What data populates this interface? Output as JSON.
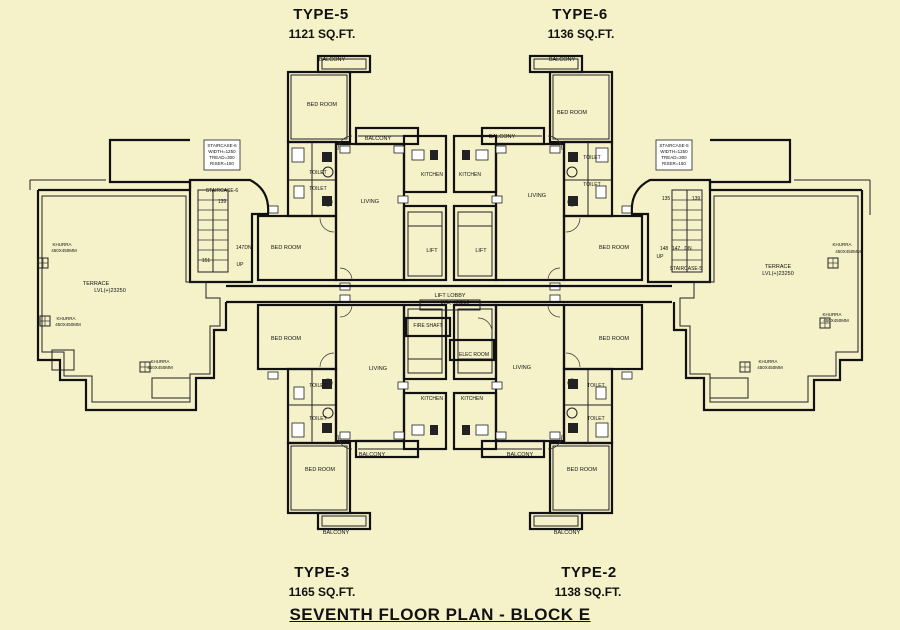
{
  "plan": {
    "title": "SEVENTH FLOOR PLAN - BLOCK E"
  },
  "units": [
    {
      "id": "type-5",
      "type": "TYPE-5",
      "area": "1121 SQ.FT."
    },
    {
      "id": "type-6",
      "type": "TYPE-6",
      "area": "1136 SQ.FT."
    },
    {
      "id": "type-3",
      "type": "TYPE-3",
      "area": "1165 SQ.FT."
    },
    {
      "id": "type-2",
      "type": "TYPE-2",
      "area": "1138 SQ.FT."
    }
  ],
  "rooms": {
    "balcony": "BALCONY",
    "bed_room": "BED ROOM",
    "living": "LIVING",
    "kitchen": "KITCHEN",
    "toilet": "TOILET",
    "lift": "LIFT",
    "lift_lobby": "LIFT LOBBY",
    "lift_lobby_level": "LVL(+)23250",
    "fire_shaft": "FIRE SHAFT",
    "elec_room": "ELEC ROOM",
    "terrace": "TERRACE",
    "terrace_level": "LVL(+)23250",
    "khurra": "KHURRA",
    "khurra_size": "450X450MM",
    "staircase_6": "STAIRCASE-6",
    "staircase_5": "STAIRCASE-5",
    "up": "UP",
    "dn": "DN",
    "step_139": "139",
    "step_135": "135",
    "step_147": "147",
    "step_148": "148",
    "step_151": "151"
  },
  "stair_specs": [
    {
      "name": "STAIRCASE-6",
      "width": "WIDTH=1250",
      "tread": "TREAD=300",
      "riser": "RISER=150"
    },
    {
      "name": "STAIRCASE-5",
      "width": "WIDTH=1250",
      "tread": "TREAD=300",
      "riser": "RISER=150"
    }
  ]
}
